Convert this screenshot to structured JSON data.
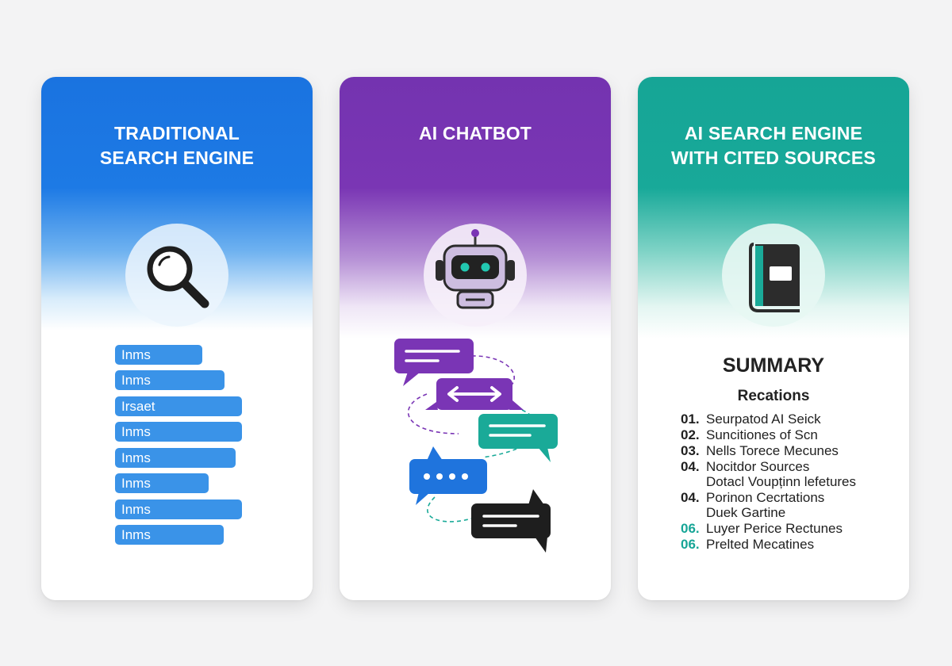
{
  "cards": [
    {
      "title": "TRADITIONAL\nSEARCH ENGINE",
      "icon": "magnifier-icon",
      "accent": "#1a73e0",
      "results": [
        "Inms",
        "Inms",
        "Irsaet",
        "Inms",
        "Inms",
        "Inms",
        "Inms",
        "Inms"
      ]
    },
    {
      "title": "AI CHATBOT",
      "icon": "robot-icon",
      "accent": "#7433b0",
      "bubble_colors": [
        "#7a35b5",
        "#7a35b5",
        "#1aaa98",
        "#1f74dd",
        "#1e1e1e"
      ]
    },
    {
      "title": "AI SEARCH ENGINE\nWITH CITED SOURCES",
      "icon": "book-icon",
      "accent": "#16a596",
      "summary_title": "SUMMARY",
      "summary_subtitle": "Recations",
      "items": [
        {
          "num": "01.",
          "text": "Seurpatod AI Seick"
        },
        {
          "num": "02.",
          "text": "Suncitiones of Scn"
        },
        {
          "num": "03.",
          "text": "Nells Torece Mecunes"
        },
        {
          "num": "04.",
          "text": "Nocitdor Sources"
        },
        {
          "num": "",
          "text": "Dotacl Voupținn lefetures"
        },
        {
          "num": "04.",
          "text": "Porinon Cecrtations"
        },
        {
          "num": "",
          "text": "Duek Gartine"
        },
        {
          "num": "06.",
          "text": "Luyer Perice Rectunes"
        },
        {
          "num": "06.",
          "text": "Prelted Mecatines"
        }
      ]
    }
  ]
}
